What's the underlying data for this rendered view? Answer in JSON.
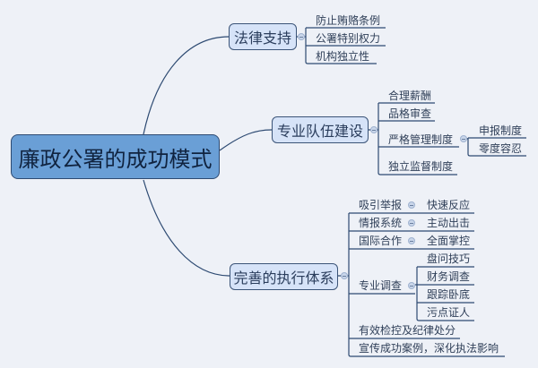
{
  "root": {
    "label": "廉政公署的成功模式"
  },
  "branches": [
    {
      "label": "法律支持",
      "children": [
        "防止贿赂条例",
        "公署特别权力",
        "机构独立性"
      ]
    },
    {
      "label": "专业队伍建设",
      "children": [
        "合理薪酬",
        "品格审查",
        "严格管理制度",
        "独立监督制度"
      ],
      "sub": {
        "parent": "严格管理制度",
        "children": [
          "申报制度",
          "零度容忍"
        ]
      }
    },
    {
      "label": "完善的执行体系",
      "pairs": [
        [
          "吸引举报",
          "快速反应"
        ],
        [
          "情报系统",
          "主动出击"
        ],
        [
          "国际合作",
          "全面掌控"
        ]
      ],
      "investigation": {
        "label": "专业调查",
        "children": [
          "盘问技巧",
          "财务调查",
          "跟踪卧底",
          "污点证人"
        ]
      },
      "others": [
        "有效检控及纪律处分",
        "宣传成功案例，深化执法影响"
      ]
    }
  ],
  "colors": {
    "root_fill": "#6a9fd6",
    "branch_fill": "#d6e3f8",
    "line": "#2d4a72",
    "background": "#eef1f7"
  }
}
